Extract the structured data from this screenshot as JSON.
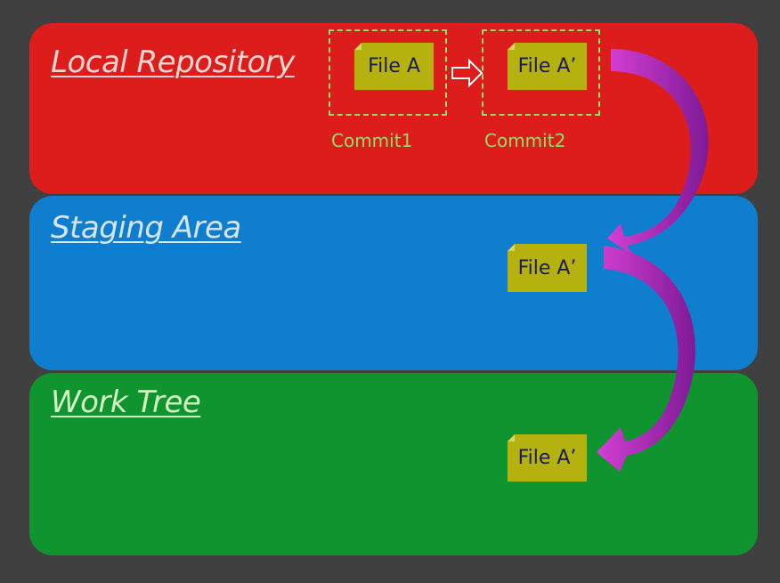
{
  "areas": {
    "local_repository": "Local Repository",
    "staging_area": "Staging Area",
    "work_tree": "Work Tree"
  },
  "commits": [
    {
      "label": "Commit1",
      "file": "File A"
    },
    {
      "label": "Commit2",
      "file": "File A’"
    }
  ],
  "staging_file": "File A’",
  "work_tree_file": "File A’",
  "colors": {
    "background": "#404040",
    "local_repository": "#dd1c1c",
    "staging_area": "#0f7ecf",
    "work_tree": "#0f9430",
    "file": "#b5b20f",
    "commit_outline": "#8ee06a",
    "arrow": "#a0249f"
  }
}
